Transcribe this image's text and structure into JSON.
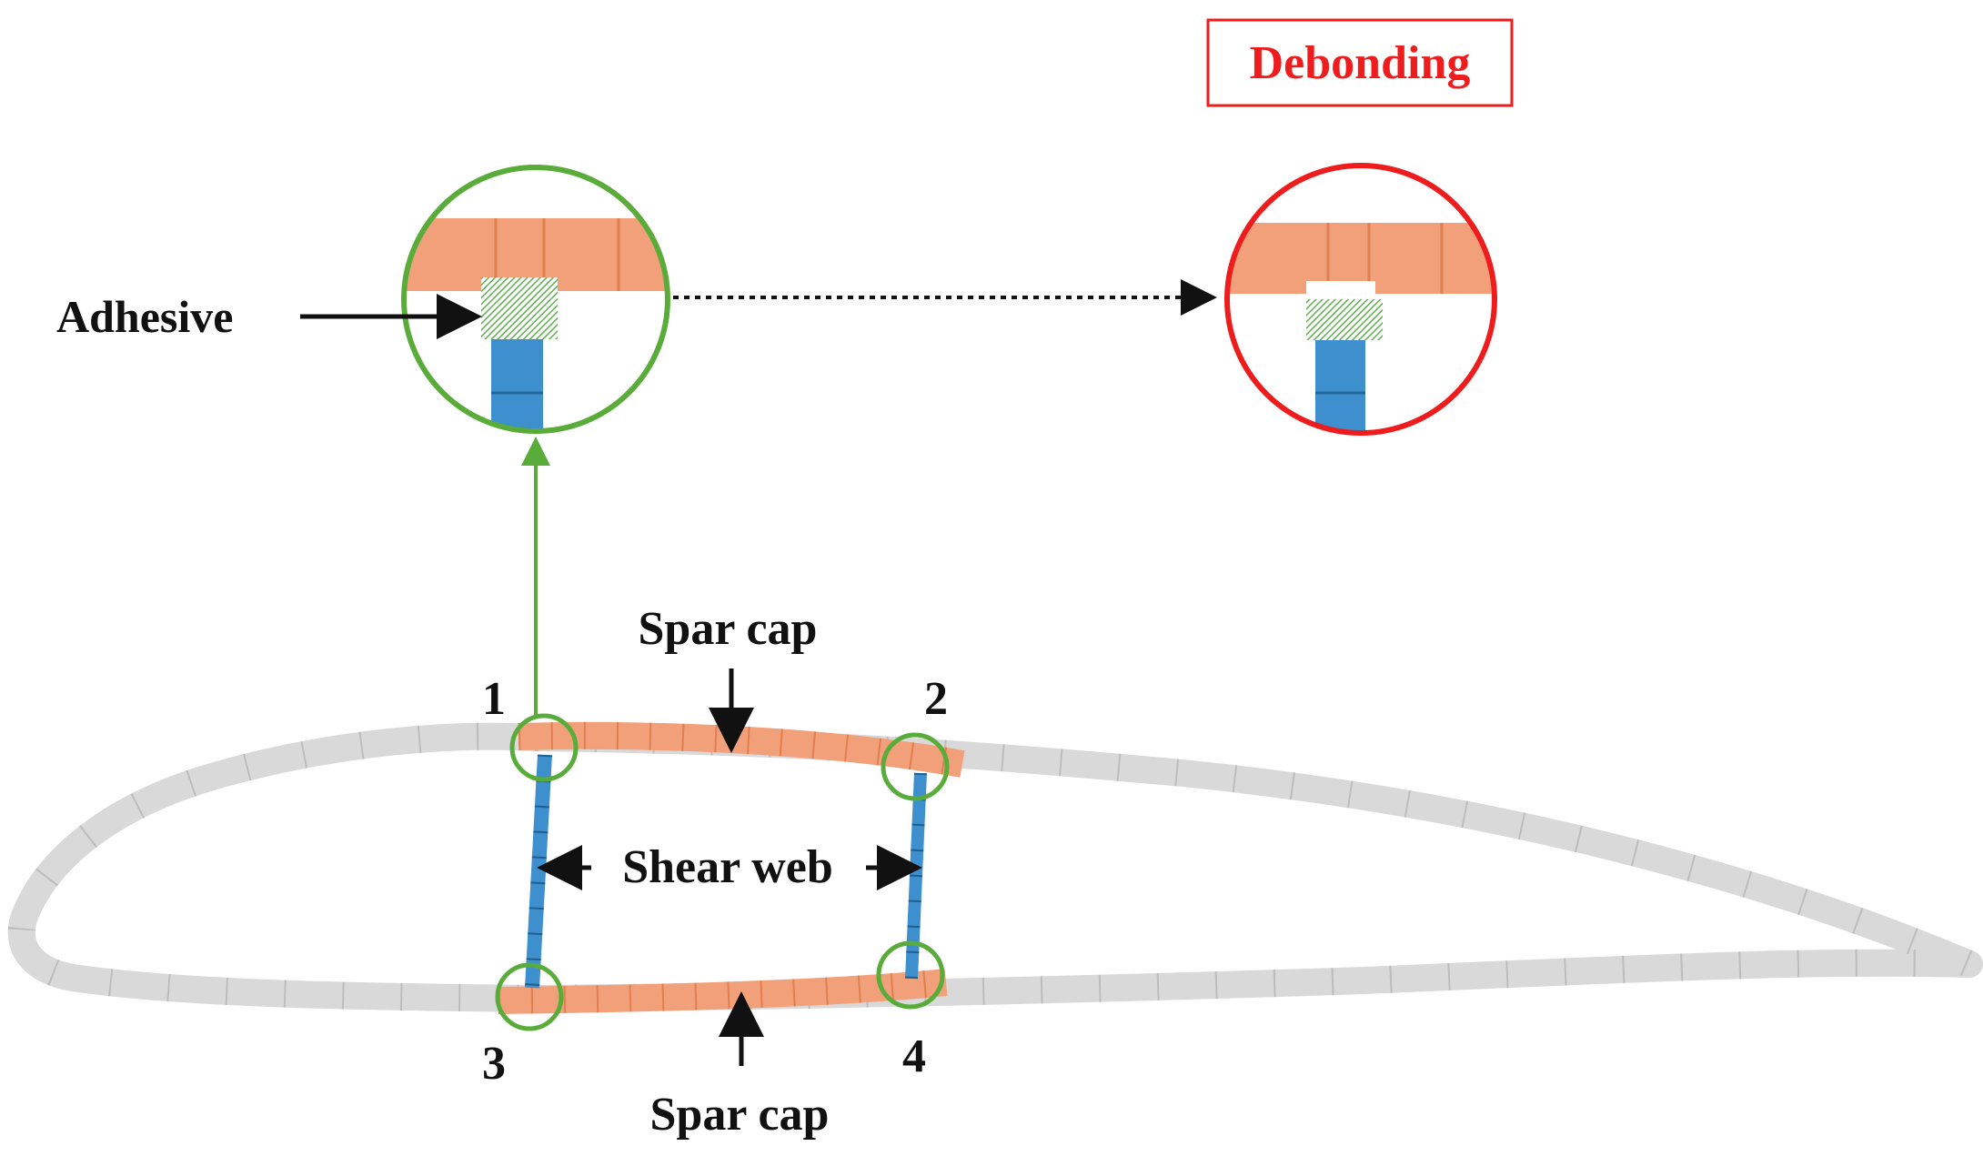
{
  "labels": {
    "debonding": "Debonding",
    "adhesive": "Adhesive",
    "spar_cap_top": "Spar cap",
    "spar_cap_bottom": "Spar cap",
    "shear_web": "Shear web",
    "joint_1": "1",
    "joint_2": "2",
    "joint_3": "3",
    "joint_4": "4"
  },
  "colors": {
    "shell": "#d9d9d9",
    "shell_edge": "#b4b4b4",
    "spar_cap": "#f2a079",
    "spar_cap_edge": "#d9784a",
    "shear_web": "#3d8fcd",
    "shear_web_edge": "#22669c",
    "adhesive": "#5fb04f",
    "intact_marker": "#5aac3a",
    "debonding_marker": "#ee1c1c",
    "text": "#111111"
  }
}
